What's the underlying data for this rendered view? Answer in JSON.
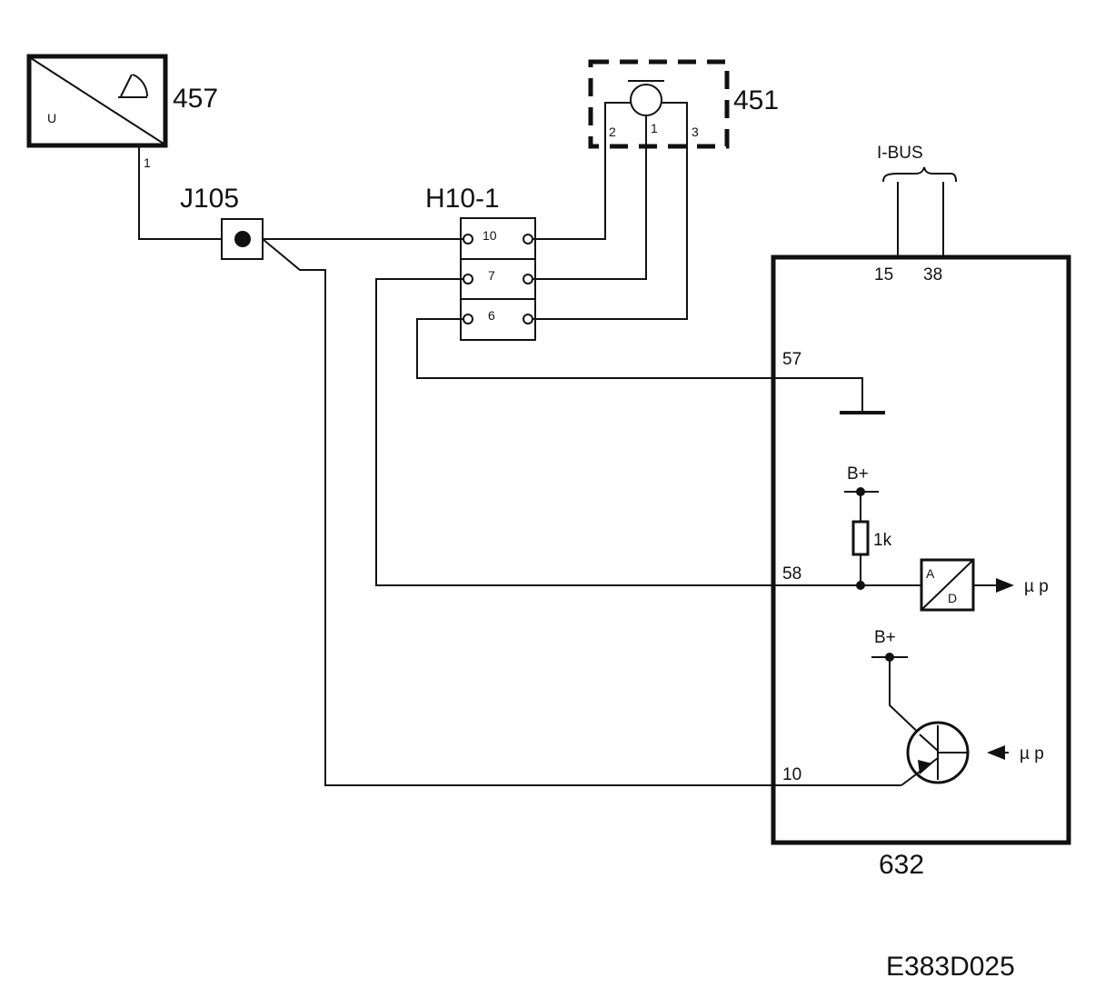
{
  "components": {
    "sensor": {
      "id": "457",
      "symbol": "U",
      "pin": "1"
    },
    "junction": {
      "id": "J105"
    },
    "connector": {
      "id": "H10-1",
      "pins": [
        "10",
        "7",
        "6"
      ]
    },
    "sensor_451": {
      "id": "451",
      "pins": [
        "2",
        "1",
        "3"
      ]
    },
    "control_unit": {
      "id": "632",
      "bus_label": "I-BUS",
      "bus_pins": [
        "15",
        "38"
      ],
      "pins": {
        "ground": "57",
        "signal": "58",
        "output": "10"
      },
      "supply_label": "B+",
      "resistor_label": "1k",
      "adc_in": "A",
      "adc_out": "D",
      "micro_label": "µ p"
    }
  },
  "figure_code": "E383D025"
}
